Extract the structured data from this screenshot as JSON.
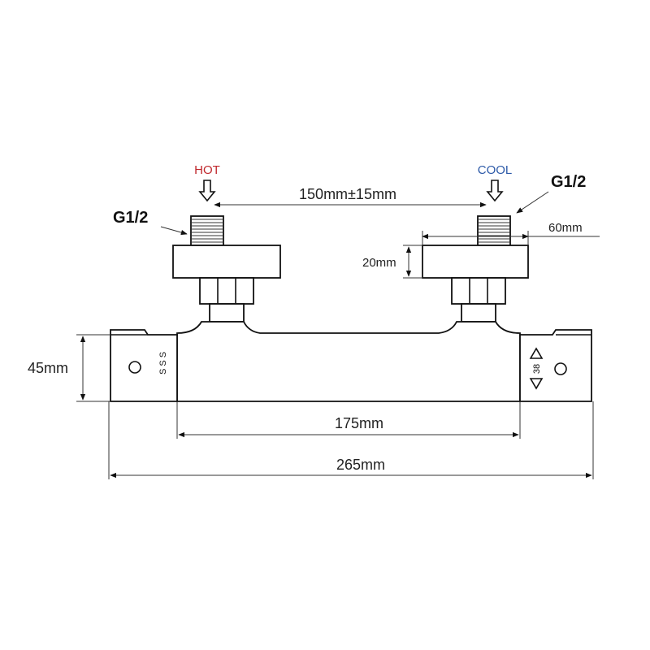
{
  "labels": {
    "hot": "HOT",
    "cool": "COOL",
    "thread_left": "G1/2",
    "thread_right": "G1/2",
    "inlet_spacing": "150mm±15mm",
    "flange_width": "60mm",
    "flange_height": "20mm",
    "body_height": "45mm",
    "body_inner_length": "175mm",
    "overall_length": "265mm",
    "dial_mark": "38"
  },
  "colors": {
    "hot": "#c0282d",
    "cool": "#2d5aa8",
    "line": "#111111"
  }
}
